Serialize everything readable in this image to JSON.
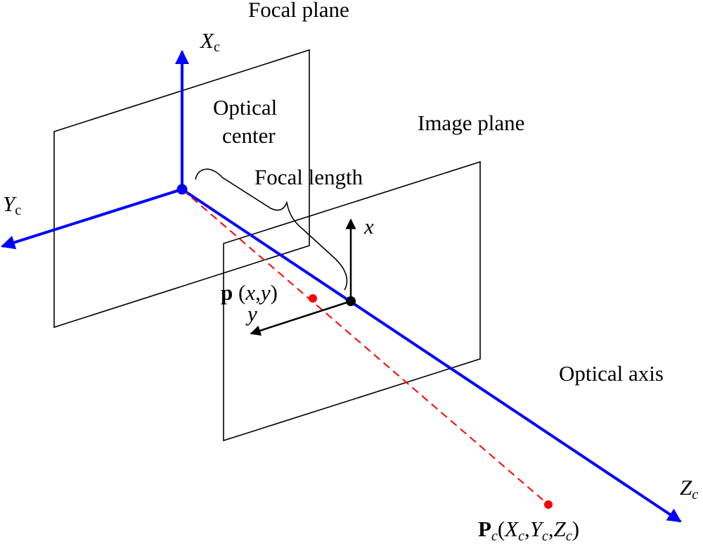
{
  "labels": {
    "focal_plane": "Focal plane",
    "optical_center_line1": "Optical",
    "optical_center_line2": "center",
    "focal_length": "Focal length",
    "image_plane": "Image plane",
    "optical_axis": "Optical axis",
    "axis_xc_main": "X",
    "axis_xc_sub": "c",
    "axis_yc_main": "Y",
    "axis_yc_sub": "c",
    "axis_zc_main": "Z",
    "axis_zc_sub": "c",
    "axis_x": "x",
    "axis_y": "y",
    "image_point": {
      "bold": "p",
      "open": " (",
      "x": "x",
      "comma": ",",
      "y": "y",
      "close": ")"
    },
    "world_point": {
      "bold": "P",
      "sub": "c",
      "open": "(",
      "X": "X",
      "sub1": "c",
      "comma1": ",",
      "Y": "Y",
      "sub2": "c",
      "comma2": ",",
      "Z": "Z",
      "sub3": "c",
      "close": ")"
    }
  },
  "colors": {
    "camera_axes": "#0000ff",
    "projection_ray": "#ff0000",
    "image_axes": "#000000",
    "planes": "#000000"
  }
}
